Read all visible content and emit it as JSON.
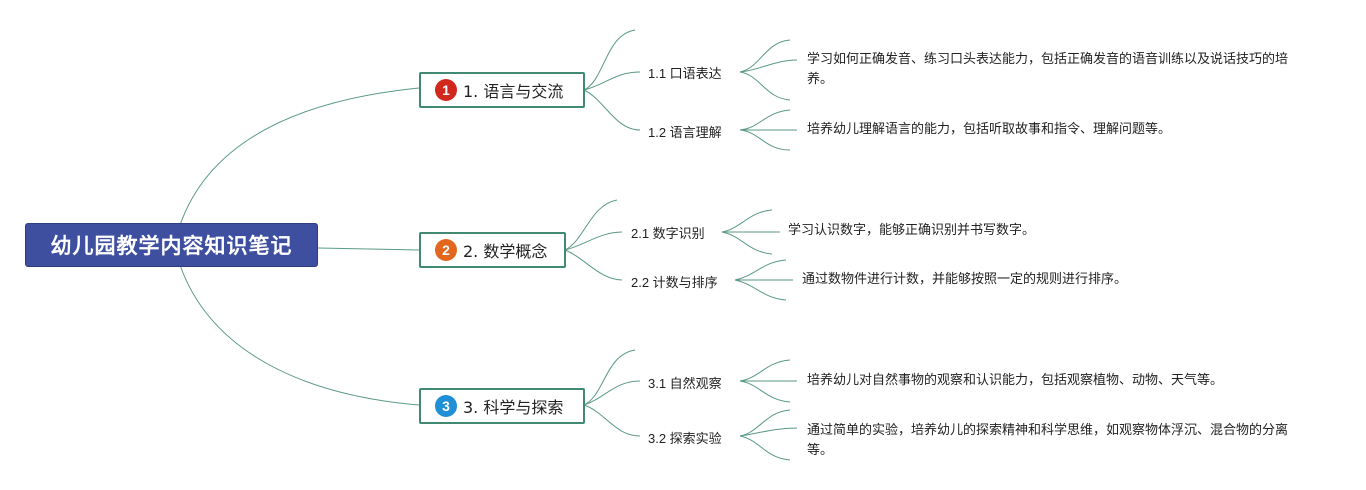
{
  "root": {
    "title": "幼儿园教学内容知识笔记"
  },
  "branches": [
    {
      "number": "1",
      "color": "#d0281d",
      "label": "1. 语言与交流",
      "children": [
        {
          "label": "1.1 口语表达",
          "detail": "学习如何正确发音、练习口头表达能力，包括正确发音的语音训练以及说话技巧的培养。"
        },
        {
          "label": "1.2 语言理解",
          "detail": "培养幼儿理解语言的能力，包括听取故事和指令、理解问题等。"
        }
      ]
    },
    {
      "number": "2",
      "color": "#e3661e",
      "label": "2. 数学概念",
      "children": [
        {
          "label": "2.1 数字识别",
          "detail": "学习认识数字，能够正确识别并书写数字。"
        },
        {
          "label": "2.2 计数与排序",
          "detail": "通过数物件进行计数，并能够按照一定的规则进行排序。"
        }
      ]
    },
    {
      "number": "3",
      "color": "#1f8fd6",
      "label": "3. 科学与探索",
      "children": [
        {
          "label": "3.1 自然观察",
          "detail": "培养幼儿对自然事物的观察和认识能力，包括观察植物、动物、天气等。"
        },
        {
          "label": "3.2 探索实验",
          "detail": "通过简单的实验，培养幼儿的探索精神和科学思维，如观察物体浮沉、混合物的分离等。"
        }
      ]
    }
  ]
}
